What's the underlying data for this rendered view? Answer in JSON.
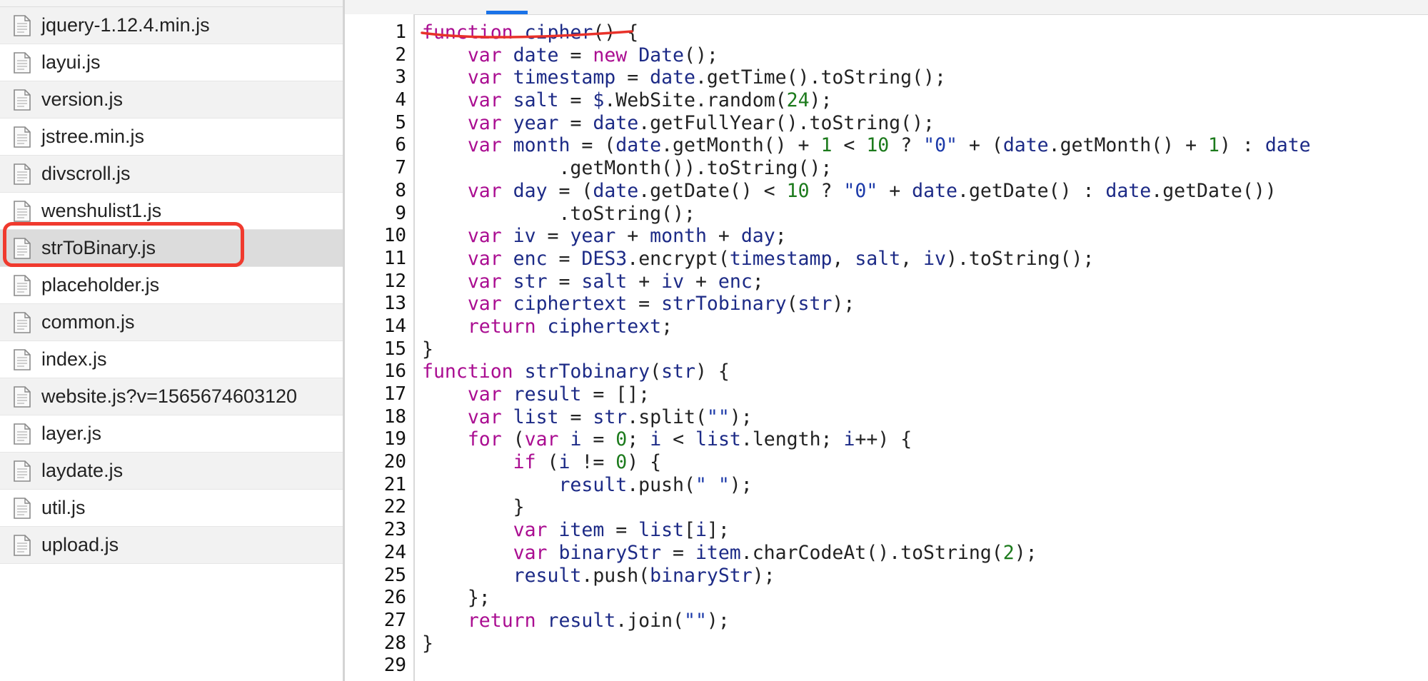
{
  "sidebar": {
    "files": [
      {
        "name": "jquery-1.12.4.min.js"
      },
      {
        "name": "layui.js"
      },
      {
        "name": "version.js"
      },
      {
        "name": "jstree.min.js"
      },
      {
        "name": "divscroll.js"
      },
      {
        "name": "wenshulist1.js"
      },
      {
        "name": "strToBinary.js",
        "selected": true
      },
      {
        "name": "placeholder.js"
      },
      {
        "name": "common.js"
      },
      {
        "name": "index.js"
      },
      {
        "name": "website.js?v=1565674603120"
      },
      {
        "name": "layer.js"
      },
      {
        "name": "laydate.js"
      },
      {
        "name": "util.js"
      },
      {
        "name": "upload.js"
      }
    ],
    "icon": "file-icon"
  },
  "editor": {
    "line_numbers": [
      "1",
      "2",
      "3",
      "4",
      "5",
      "6",
      "7",
      "8",
      "9",
      "10",
      "11",
      "12",
      "13",
      "14",
      "15",
      "16",
      "17",
      "18",
      "19",
      "20",
      "21",
      "22",
      "23",
      "24",
      "25",
      "26",
      "27",
      "28",
      "29"
    ],
    "code_lines": [
      [
        [
          "kw",
          "function "
        ],
        [
          "var",
          "cipher"
        ],
        [
          "pl",
          "() {"
        ]
      ],
      [
        [
          "pl",
          "    "
        ],
        [
          "kw",
          "var "
        ],
        [
          "var",
          "date"
        ],
        [
          "pl",
          " = "
        ],
        [
          "kw",
          "new "
        ],
        [
          "var",
          "Date"
        ],
        [
          "pl",
          "();"
        ]
      ],
      [
        [
          "pl",
          "    "
        ],
        [
          "kw",
          "var "
        ],
        [
          "var",
          "timestamp"
        ],
        [
          "pl",
          " = "
        ],
        [
          "var",
          "date"
        ],
        [
          "pl",
          ".getTime().toString();"
        ]
      ],
      [
        [
          "pl",
          "    "
        ],
        [
          "kw",
          "var "
        ],
        [
          "var",
          "salt"
        ],
        [
          "pl",
          " = "
        ],
        [
          "var",
          "$"
        ],
        [
          "pl",
          ".WebSite.random("
        ],
        [
          "num",
          "24"
        ],
        [
          "pl",
          ");"
        ]
      ],
      [
        [
          "pl",
          "    "
        ],
        [
          "kw",
          "var "
        ],
        [
          "var",
          "year"
        ],
        [
          "pl",
          " = "
        ],
        [
          "var",
          "date"
        ],
        [
          "pl",
          ".getFullYear().toString();"
        ]
      ],
      [
        [
          "pl",
          "    "
        ],
        [
          "kw",
          "var "
        ],
        [
          "var",
          "month"
        ],
        [
          "pl",
          " = ("
        ],
        [
          "var",
          "date"
        ],
        [
          "pl",
          ".getMonth() + "
        ],
        [
          "num",
          "1"
        ],
        [
          "pl",
          " < "
        ],
        [
          "num",
          "10"
        ],
        [
          "pl",
          " ? "
        ],
        [
          "str",
          "\"0\""
        ],
        [
          "pl",
          " + ("
        ],
        [
          "var",
          "date"
        ],
        [
          "pl",
          ".getMonth() + "
        ],
        [
          "num",
          "1"
        ],
        [
          "pl",
          ") : "
        ],
        [
          "var",
          "date"
        ]
      ],
      [
        [
          "pl",
          "            .getMonth()).toString();"
        ]
      ],
      [
        [
          "pl",
          "    "
        ],
        [
          "kw",
          "var "
        ],
        [
          "var",
          "day"
        ],
        [
          "pl",
          " = ("
        ],
        [
          "var",
          "date"
        ],
        [
          "pl",
          ".getDate() < "
        ],
        [
          "num",
          "10"
        ],
        [
          "pl",
          " ? "
        ],
        [
          "str",
          "\"0\""
        ],
        [
          "pl",
          " + "
        ],
        [
          "var",
          "date"
        ],
        [
          "pl",
          ".getDate() : "
        ],
        [
          "var",
          "date"
        ],
        [
          "pl",
          ".getDate())"
        ]
      ],
      [
        [
          "pl",
          "            .toString();"
        ]
      ],
      [
        [
          "pl",
          "    "
        ],
        [
          "kw",
          "var "
        ],
        [
          "var",
          "iv"
        ],
        [
          "pl",
          " = "
        ],
        [
          "var",
          "year"
        ],
        [
          "pl",
          " + "
        ],
        [
          "var",
          "month"
        ],
        [
          "pl",
          " + "
        ],
        [
          "var",
          "day"
        ],
        [
          "pl",
          ";"
        ]
      ],
      [
        [
          "pl",
          "    "
        ],
        [
          "kw",
          "var "
        ],
        [
          "var",
          "enc"
        ],
        [
          "pl",
          " = "
        ],
        [
          "var",
          "DES3"
        ],
        [
          "pl",
          ".encrypt("
        ],
        [
          "var",
          "timestamp"
        ],
        [
          "pl",
          ", "
        ],
        [
          "var",
          "salt"
        ],
        [
          "pl",
          ", "
        ],
        [
          "var",
          "iv"
        ],
        [
          "pl",
          ").toString();"
        ]
      ],
      [
        [
          "pl",
          "    "
        ],
        [
          "kw",
          "var "
        ],
        [
          "var",
          "str"
        ],
        [
          "pl",
          " = "
        ],
        [
          "var",
          "salt"
        ],
        [
          "pl",
          " + "
        ],
        [
          "var",
          "iv"
        ],
        [
          "pl",
          " + "
        ],
        [
          "var",
          "enc"
        ],
        [
          "pl",
          ";"
        ]
      ],
      [
        [
          "pl",
          "    "
        ],
        [
          "kw",
          "var "
        ],
        [
          "var",
          "ciphertext"
        ],
        [
          "pl",
          " = "
        ],
        [
          "var",
          "strTobinary"
        ],
        [
          "pl",
          "("
        ],
        [
          "var",
          "str"
        ],
        [
          "pl",
          ");"
        ]
      ],
      [
        [
          "pl",
          "    "
        ],
        [
          "kw",
          "return "
        ],
        [
          "var",
          "ciphertext"
        ],
        [
          "pl",
          ";"
        ]
      ],
      [
        [
          "pl",
          "}"
        ]
      ],
      [
        [
          "kw",
          "function "
        ],
        [
          "var",
          "strTobinary"
        ],
        [
          "pl",
          "("
        ],
        [
          "var",
          "str"
        ],
        [
          "pl",
          ") {"
        ]
      ],
      [
        [
          "pl",
          "    "
        ],
        [
          "kw",
          "var "
        ],
        [
          "var",
          "result"
        ],
        [
          "pl",
          " = [];"
        ]
      ],
      [
        [
          "pl",
          "    "
        ],
        [
          "kw",
          "var "
        ],
        [
          "var",
          "list"
        ],
        [
          "pl",
          " = "
        ],
        [
          "var",
          "str"
        ],
        [
          "pl",
          ".split("
        ],
        [
          "str",
          "\"\""
        ],
        [
          "pl",
          ");"
        ]
      ],
      [
        [
          "pl",
          "    "
        ],
        [
          "kw",
          "for "
        ],
        [
          "pl",
          "("
        ],
        [
          "kw",
          "var "
        ],
        [
          "var",
          "i"
        ],
        [
          "pl",
          " = "
        ],
        [
          "num",
          "0"
        ],
        [
          "pl",
          "; "
        ],
        [
          "var",
          "i"
        ],
        [
          "pl",
          " < "
        ],
        [
          "var",
          "list"
        ],
        [
          "pl",
          ".length; "
        ],
        [
          "var",
          "i"
        ],
        [
          "pl",
          "++) {"
        ]
      ],
      [
        [
          "pl",
          "        "
        ],
        [
          "kw",
          "if "
        ],
        [
          "pl",
          "("
        ],
        [
          "var",
          "i"
        ],
        [
          "pl",
          " != "
        ],
        [
          "num",
          "0"
        ],
        [
          "pl",
          ") {"
        ]
      ],
      [
        [
          "pl",
          "            "
        ],
        [
          "var",
          "result"
        ],
        [
          "pl",
          ".push("
        ],
        [
          "str",
          "\" \""
        ],
        [
          "pl",
          ");"
        ]
      ],
      [
        [
          "pl",
          "        }"
        ]
      ],
      [
        [
          "pl",
          "        "
        ],
        [
          "kw",
          "var "
        ],
        [
          "var",
          "item"
        ],
        [
          "pl",
          " = "
        ],
        [
          "var",
          "list"
        ],
        [
          "pl",
          "["
        ],
        [
          "var",
          "i"
        ],
        [
          "pl",
          "];"
        ]
      ],
      [
        [
          "pl",
          "        "
        ],
        [
          "kw",
          "var "
        ],
        [
          "var",
          "binaryStr"
        ],
        [
          "pl",
          " = "
        ],
        [
          "var",
          "item"
        ],
        [
          "pl",
          ".charCodeAt().toString("
        ],
        [
          "num",
          "2"
        ],
        [
          "pl",
          ");"
        ]
      ],
      [
        [
          "pl",
          "        "
        ],
        [
          "var",
          "result"
        ],
        [
          "pl",
          ".push("
        ],
        [
          "var",
          "binaryStr"
        ],
        [
          "pl",
          ");"
        ]
      ],
      [
        [
          "pl",
          "    };"
        ]
      ],
      [
        [
          "pl",
          "    "
        ],
        [
          "kw",
          "return "
        ],
        [
          "var",
          "result"
        ],
        [
          "pl",
          ".join("
        ],
        [
          "str",
          "\"\""
        ],
        [
          "pl",
          ");"
        ]
      ],
      [
        [
          "pl",
          "}"
        ]
      ],
      [
        [
          "pl",
          ""
        ]
      ]
    ]
  },
  "annotations": {
    "highlight_color": "#f03a2e"
  }
}
